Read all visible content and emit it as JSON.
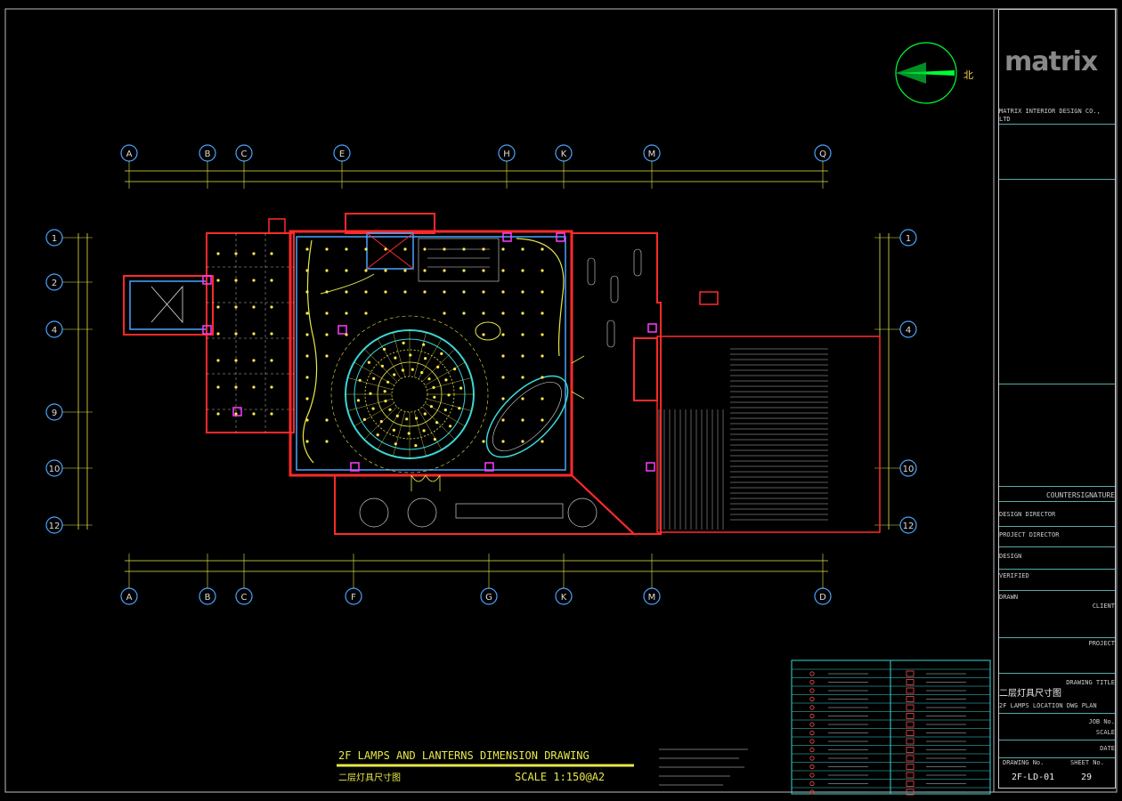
{
  "title_block": {
    "logo": "matrix",
    "company_en": "MATRIX INTERIOR DESIGN CO., LTD",
    "counter_signature": "COUNTERSIGNATURE",
    "design_director": "DESIGN DIRECTOR",
    "project_director": "PROJECT DIRECTOR",
    "design": "DESIGN",
    "verified": "VERIFIED",
    "drawn": "DRAWN",
    "client": "CLIENT",
    "project": "PROJECT",
    "drawing_title_label": "DRAWING TITLE",
    "drawing_title_cn": "二层灯具尺寸图",
    "drawing_title_en": "2F LAMPS LOCATION DWG PLAN",
    "job_no": "JOB No.",
    "scale": "SCALE",
    "date": "DATE",
    "drawing_no_label": "DRAWING No.",
    "sheet_no_label": "SHEET No.",
    "drawing_no": "2F-LD-01",
    "sheet_no": "29"
  },
  "main_title": {
    "en": "2F LAMPS AND LANTERNS DIMENSION DRAWING",
    "cn": "二层灯具尺寸图",
    "scale": "SCALE  1:150@A2"
  },
  "north_label": "北",
  "grid_top": [
    "A",
    "B",
    "C",
    "E",
    "H",
    "K",
    "M",
    "Q"
  ],
  "grid_bottom": [
    "A",
    "B",
    "C",
    "F",
    "G",
    "K",
    "M",
    "D"
  ],
  "grid_left": [
    "1",
    "2",
    "4",
    "9",
    "10",
    "12"
  ],
  "grid_right": [
    "1",
    "4",
    "10",
    "12"
  ],
  "colors": {
    "grid_bubble": "#4aa3ff",
    "dimension": "#e8e84a",
    "wall": "#ff2a2a",
    "magenta": "#ff3cff",
    "cyan": "#3ad6d6",
    "north_arrow": "#00ff33"
  }
}
